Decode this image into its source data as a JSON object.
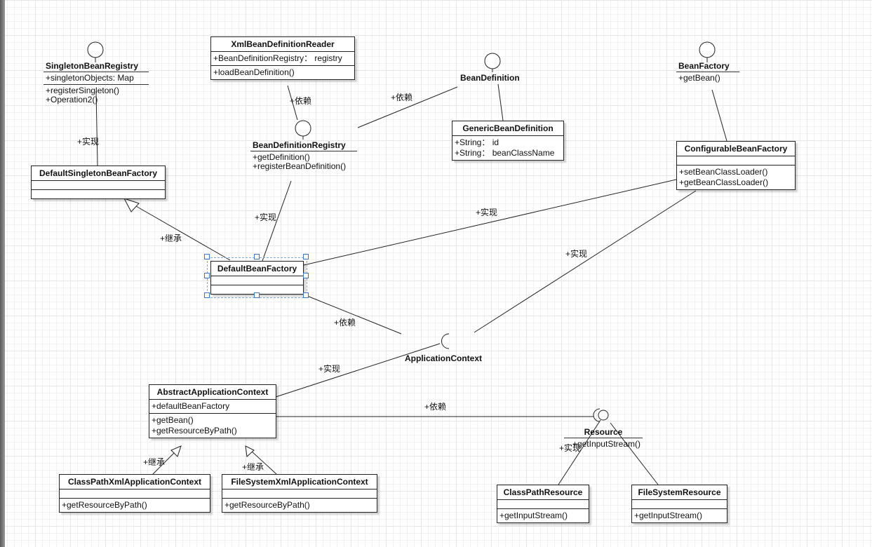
{
  "colors": {
    "line": "#222222",
    "handle": "#3a78c9"
  },
  "singleton_registry": {
    "name": "SingletonBeanRegistry",
    "attrs": [
      "+singletonObjects: Map"
    ],
    "ops": [
      "+registerSingleton()",
      "+Operation2()"
    ]
  },
  "xml_reader": {
    "name": "XmlBeanDefinitionReader",
    "attrs": [
      "+BeanDefinitionRegistry： registry"
    ],
    "ops": [
      "+loadBeanDefinition()"
    ]
  },
  "bean_definition": {
    "name": "BeanDefinition"
  },
  "bean_factory": {
    "name": "BeanFactory",
    "ops": [
      "+getBean()"
    ]
  },
  "generic_bean_definition": {
    "name": "GenericBeanDefinition",
    "attrs": [
      "+String： id",
      "+String： beanClassName"
    ]
  },
  "bean_definition_registry": {
    "name": "BeanDefinitionRegistry",
    "ops": [
      "+getDefinition()",
      "+registerBeanDefinition()"
    ]
  },
  "default_singleton_factory": {
    "name": "DefaultSingletonBeanFactory"
  },
  "configurable_factory": {
    "name": "ConfigurableBeanFactory",
    "ops": [
      "+setBeanClassLoader()",
      "+getBeanClassLoader()"
    ]
  },
  "default_bean_factory": {
    "name": "DefaultBeanFactory"
  },
  "application_context": {
    "name": "ApplicationContext"
  },
  "abstract_app_context": {
    "name": "AbstractApplicationContext",
    "attrs": [
      "+defaultBeanFactory"
    ],
    "ops": [
      "+getBean()",
      "+getResourceByPath()"
    ]
  },
  "classpath_xml_context": {
    "name": "ClassPathXmlApplicationContext",
    "ops": [
      "+getResourceByPath()"
    ]
  },
  "filesystem_xml_context": {
    "name": "FileSystemXmlApplicationContext",
    "ops": [
      "+getResourceByPath()"
    ]
  },
  "resource": {
    "name": "Resource",
    "ops": [
      "+getInputStream()"
    ]
  },
  "classpath_resource": {
    "name": "ClassPathResource",
    "ops": [
      "+getInputStream()"
    ]
  },
  "filesystem_resource": {
    "name": "FileSystemResource",
    "ops": [
      "+getInputStream()"
    ]
  },
  "labels": {
    "realize_singleton": "+实现",
    "depend_reader": "+依赖",
    "depend_beandef": "+依赖",
    "realize_registry": "+实现",
    "inherit_default": "+继承",
    "realize_configurable": "+实现",
    "realize_appctx_config": "+实现",
    "depend_appctx": "+依赖",
    "realize_appctx": "+实现",
    "depend_resource": "+依赖",
    "inherit_classpath": "+继承",
    "inherit_filesystem": "+继承",
    "realize_resource": "+实现"
  }
}
